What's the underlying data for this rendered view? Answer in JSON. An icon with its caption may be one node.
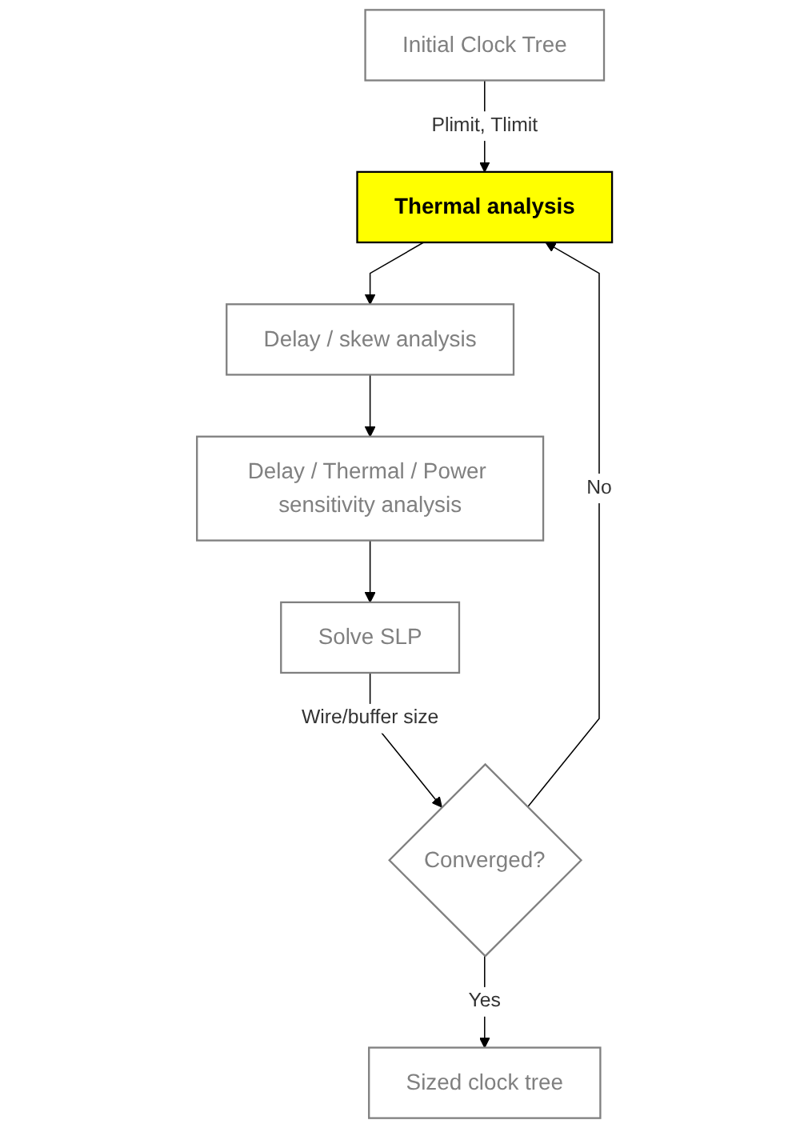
{
  "diagram": {
    "nodes": [
      {
        "text": [
          "Initial Clock Tree"
        ]
      },
      {
        "text": [
          "Thermal analysis"
        ]
      },
      {
        "text": [
          "Delay / skew analysis"
        ]
      },
      {
        "text": [
          "Delay / Thermal / Power sensitivity analysis"
        ]
      },
      {
        "text": [
          "Solve SLP"
        ]
      },
      {
        "text": [
          "Converged?"
        ]
      },
      {
        "text": [
          "Sized clock tree"
        ]
      }
    ],
    "edges": [
      {
        "from": 0,
        "to": 1,
        "arrow": "to",
        "label": "Plimit, Tlimit"
      },
      {
        "from": 1,
        "to": 2,
        "arrow": "to"
      },
      {
        "from": 2,
        "to": 3,
        "arrow": "to"
      },
      {
        "from": 3,
        "to": 4,
        "arrow": "to"
      },
      {
        "from": 4,
        "to": 5,
        "arrow": "to",
        "label": "Wire/buffer size"
      },
      {
        "from": 5,
        "to": 1,
        "arrow": "to",
        "label": "No"
      },
      {
        "from": 5,
        "to": 6,
        "arrow": "to",
        "label": "Yes"
      }
    ]
  }
}
